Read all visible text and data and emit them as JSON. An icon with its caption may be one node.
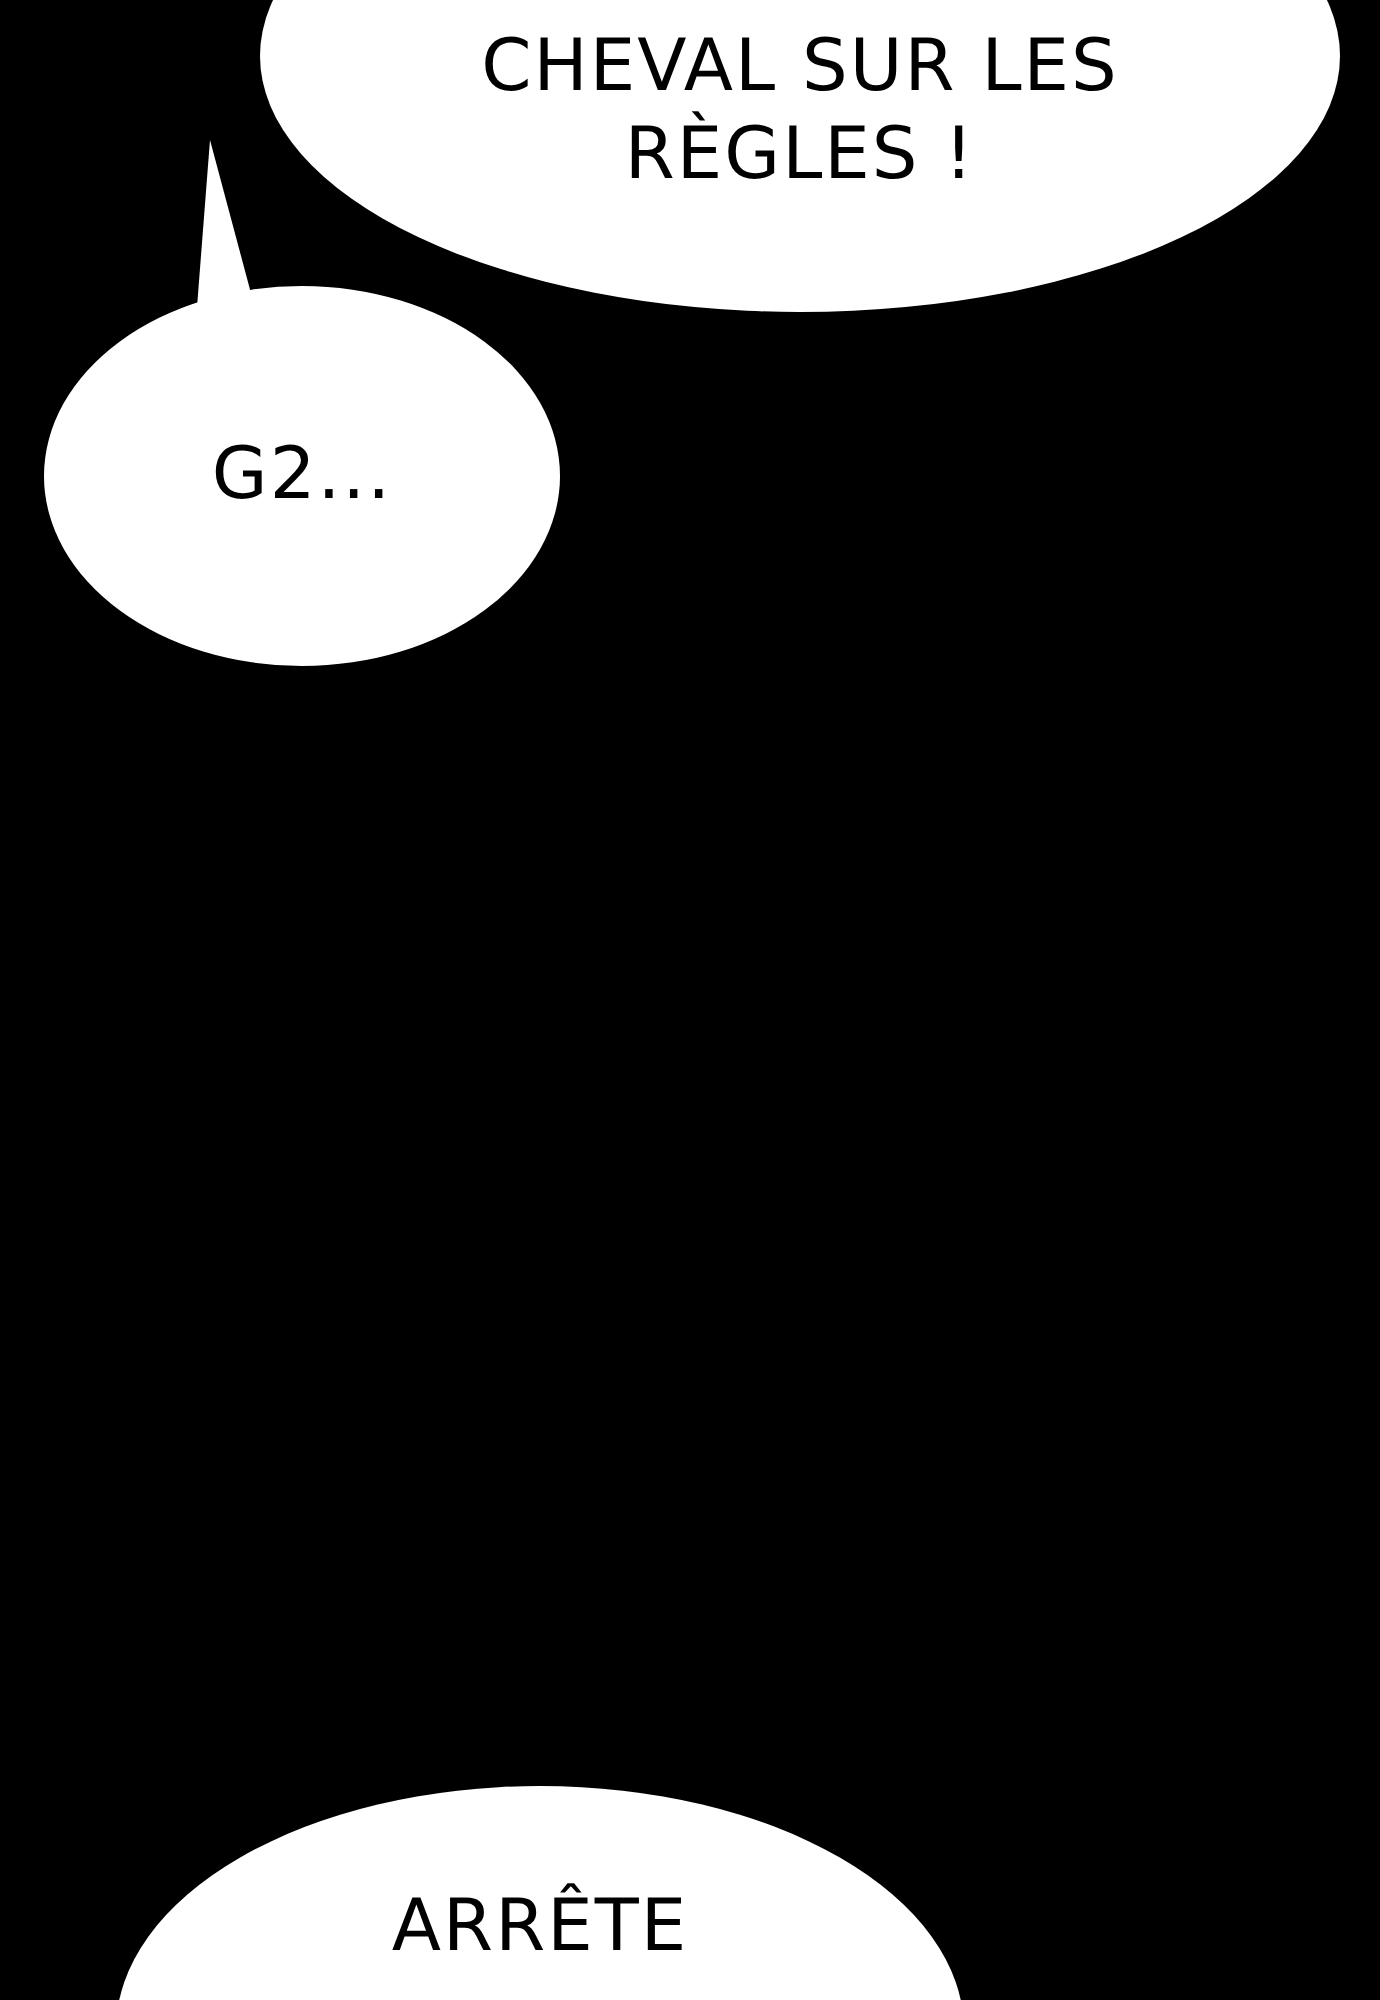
{
  "diagram": {
    "nodes": [
      {
        "text": [
          "CHEVAL SUR LES RÈGLES !"
        ]
      },
      {
        "text": [
          "G2..."
        ]
      },
      {
        "text": [
          "ARRÊTE"
        ]
      }
    ]
  }
}
